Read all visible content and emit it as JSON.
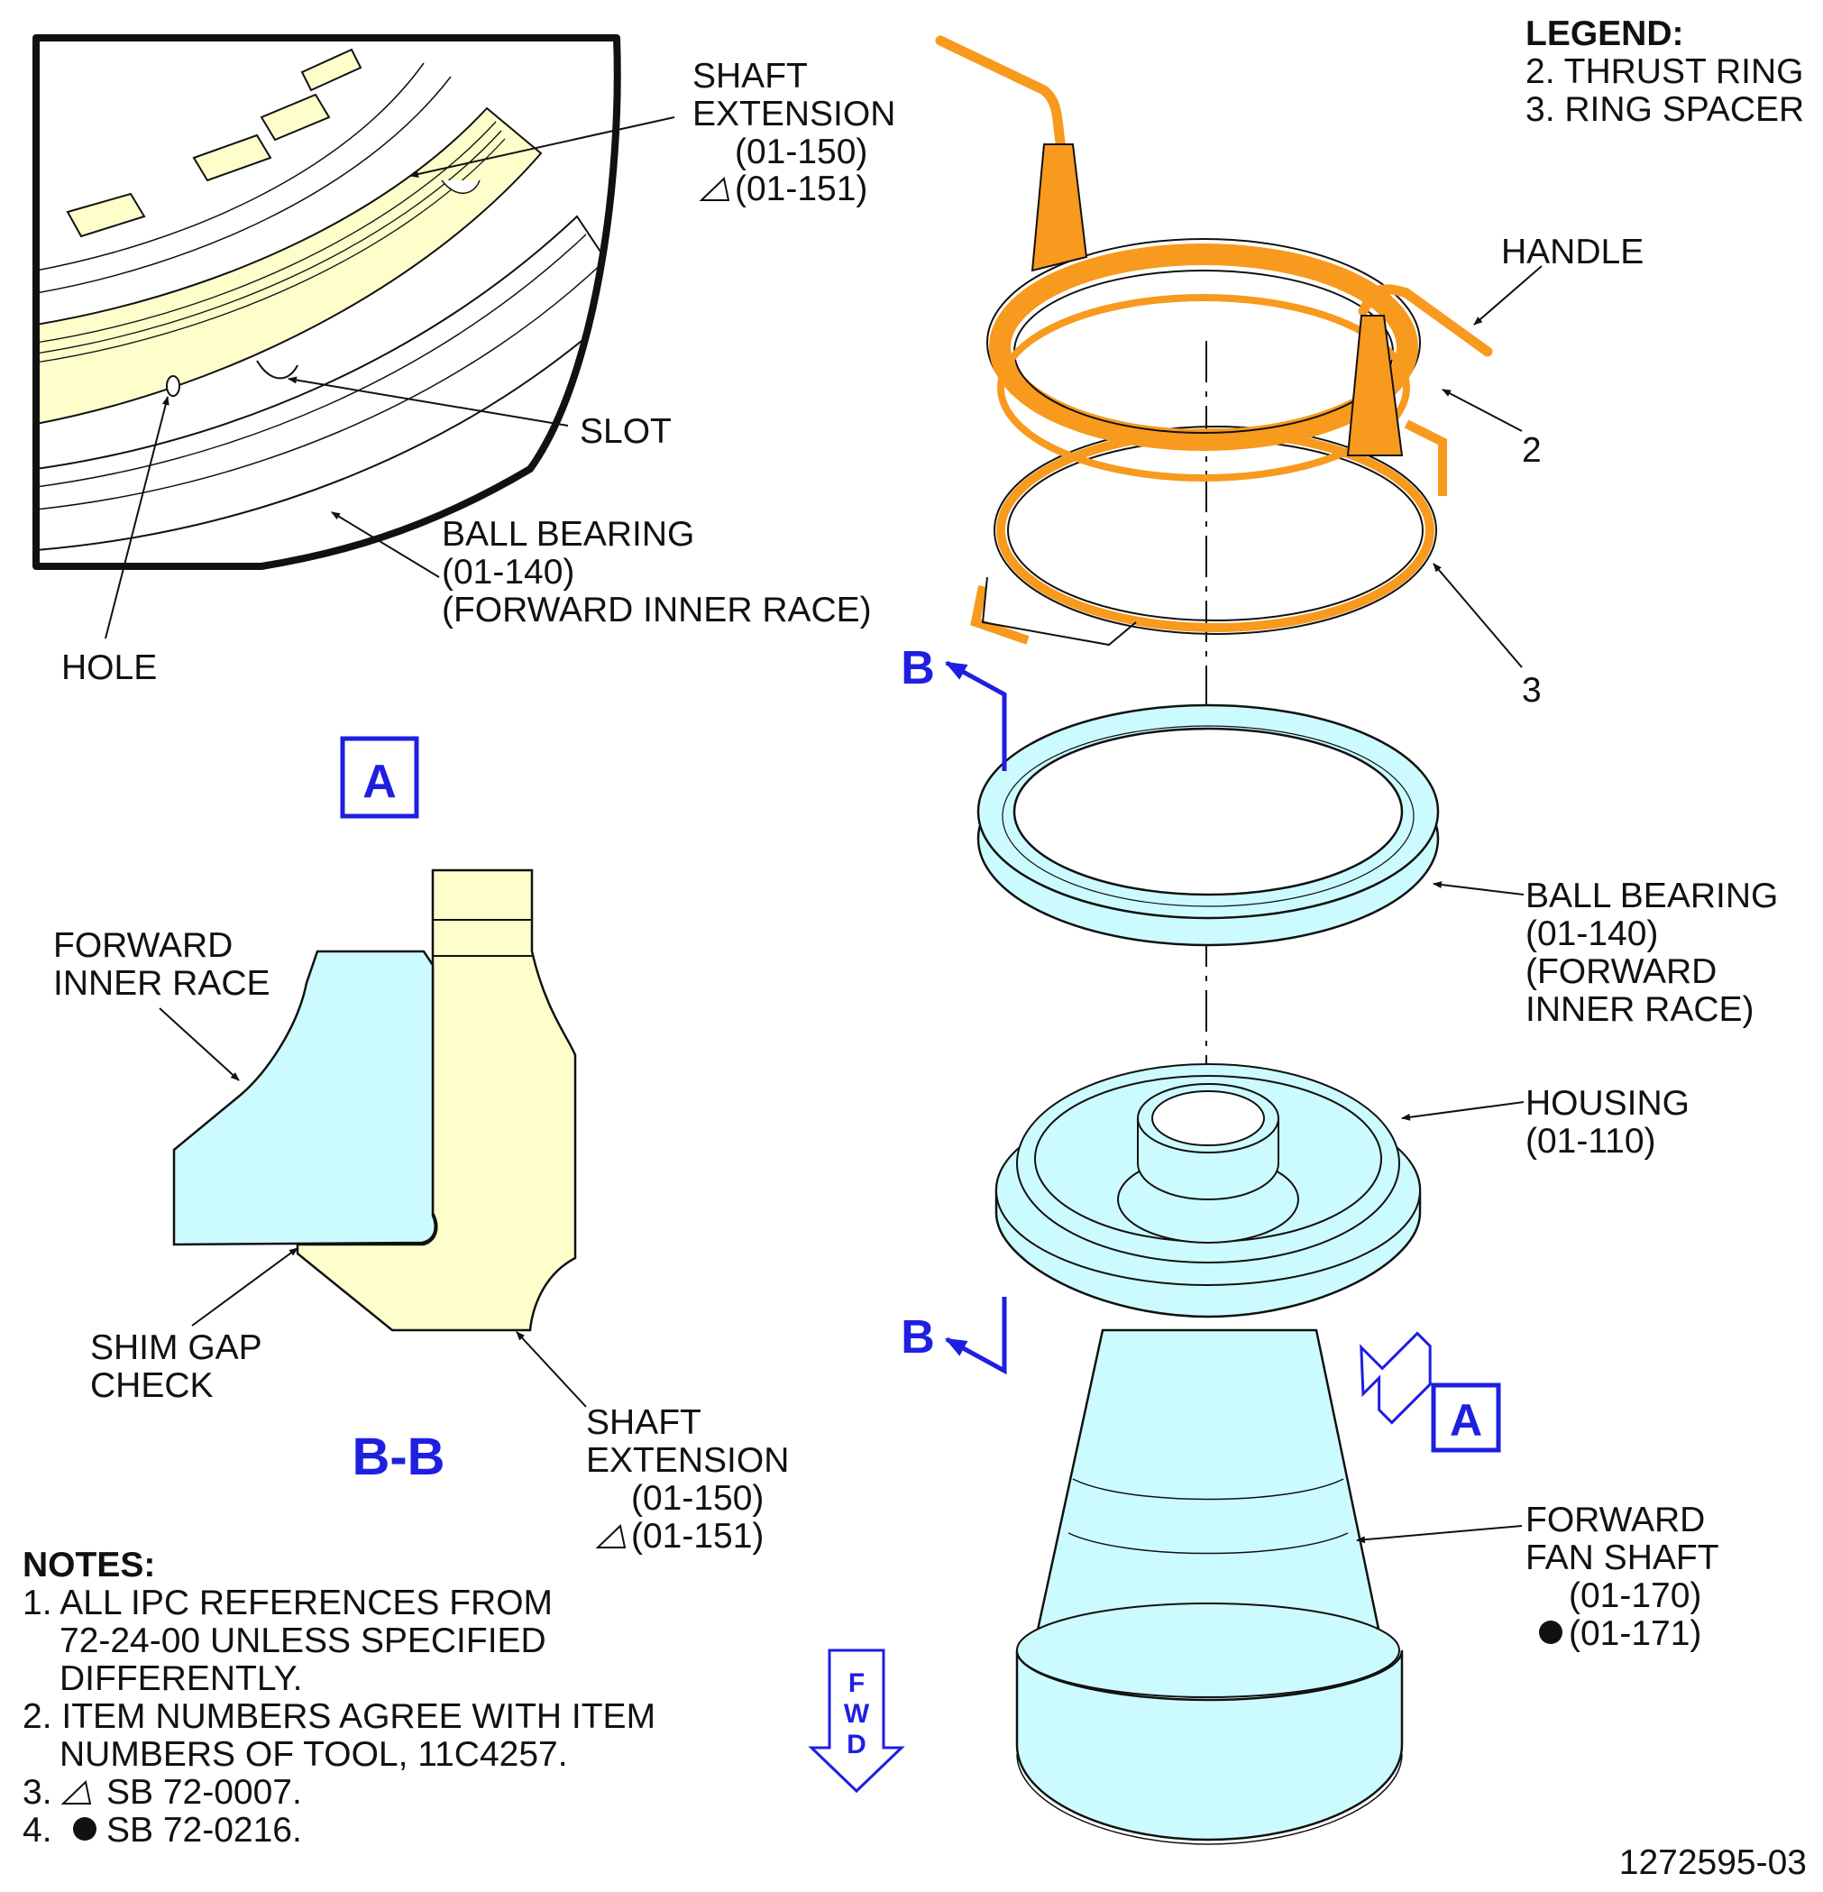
{
  "legend": {
    "title": "LEGEND:",
    "items": [
      "2. THRUST RING",
      "3. RING SPACER"
    ]
  },
  "view_a_labels": {
    "shaft_extension": [
      "SHAFT",
      "EXTENSION",
      "(01-150)",
      "(01-151)"
    ],
    "slot": "SLOT",
    "ball_bearing": [
      "BALL BEARING",
      "(01-140)",
      "(FORWARD INNER RACE)"
    ],
    "hole": "HOLE"
  },
  "view_a_tag": "A",
  "section_labels": {
    "forward_inner_race": [
      "FORWARD",
      "INNER RACE"
    ],
    "shim_gap_check": [
      "SHIM GAP",
      "CHECK"
    ],
    "shaft_extension": [
      "SHAFT",
      "EXTENSION",
      "(01-150)",
      "(01-151)"
    ],
    "title": "B-B"
  },
  "notes": {
    "title": "NOTES:",
    "lines": [
      "1. ALL IPC REFERENCES FROM",
      "72-24-00 UNLESS SPECIFIED",
      "DIFFERENTLY.",
      "2. ITEM NUMBERS AGREE WITH ITEM",
      "NUMBERS OF TOOL, 11C4257.",
      "3.",
      "SB 72-0007.",
      "4.",
      "SB 72-0216."
    ]
  },
  "main_labels": {
    "handle": "HANDLE",
    "item_2": "2",
    "item_3": "3",
    "ball_bearing": [
      "BALL BEARING",
      "(01-140)",
      "(FORWARD",
      "INNER RACE)"
    ],
    "housing": [
      "HOUSING",
      "(01-110)"
    ],
    "forward_fan_shaft": [
      "FORWARD",
      "FAN SHAFT",
      "(01-170)",
      "(01-171)"
    ],
    "section_b": "B",
    "view_arrow_a": "A"
  },
  "fwd_arrow": [
    "F",
    "W",
    "D"
  ],
  "drawing_number": "1272595-03",
  "colors": {
    "orange": "#f79a1e",
    "light_blue": "#ccfbff",
    "light_yellow": "#fefecb",
    "callout_blue": "#1f1fe0",
    "line": "#111111"
  }
}
